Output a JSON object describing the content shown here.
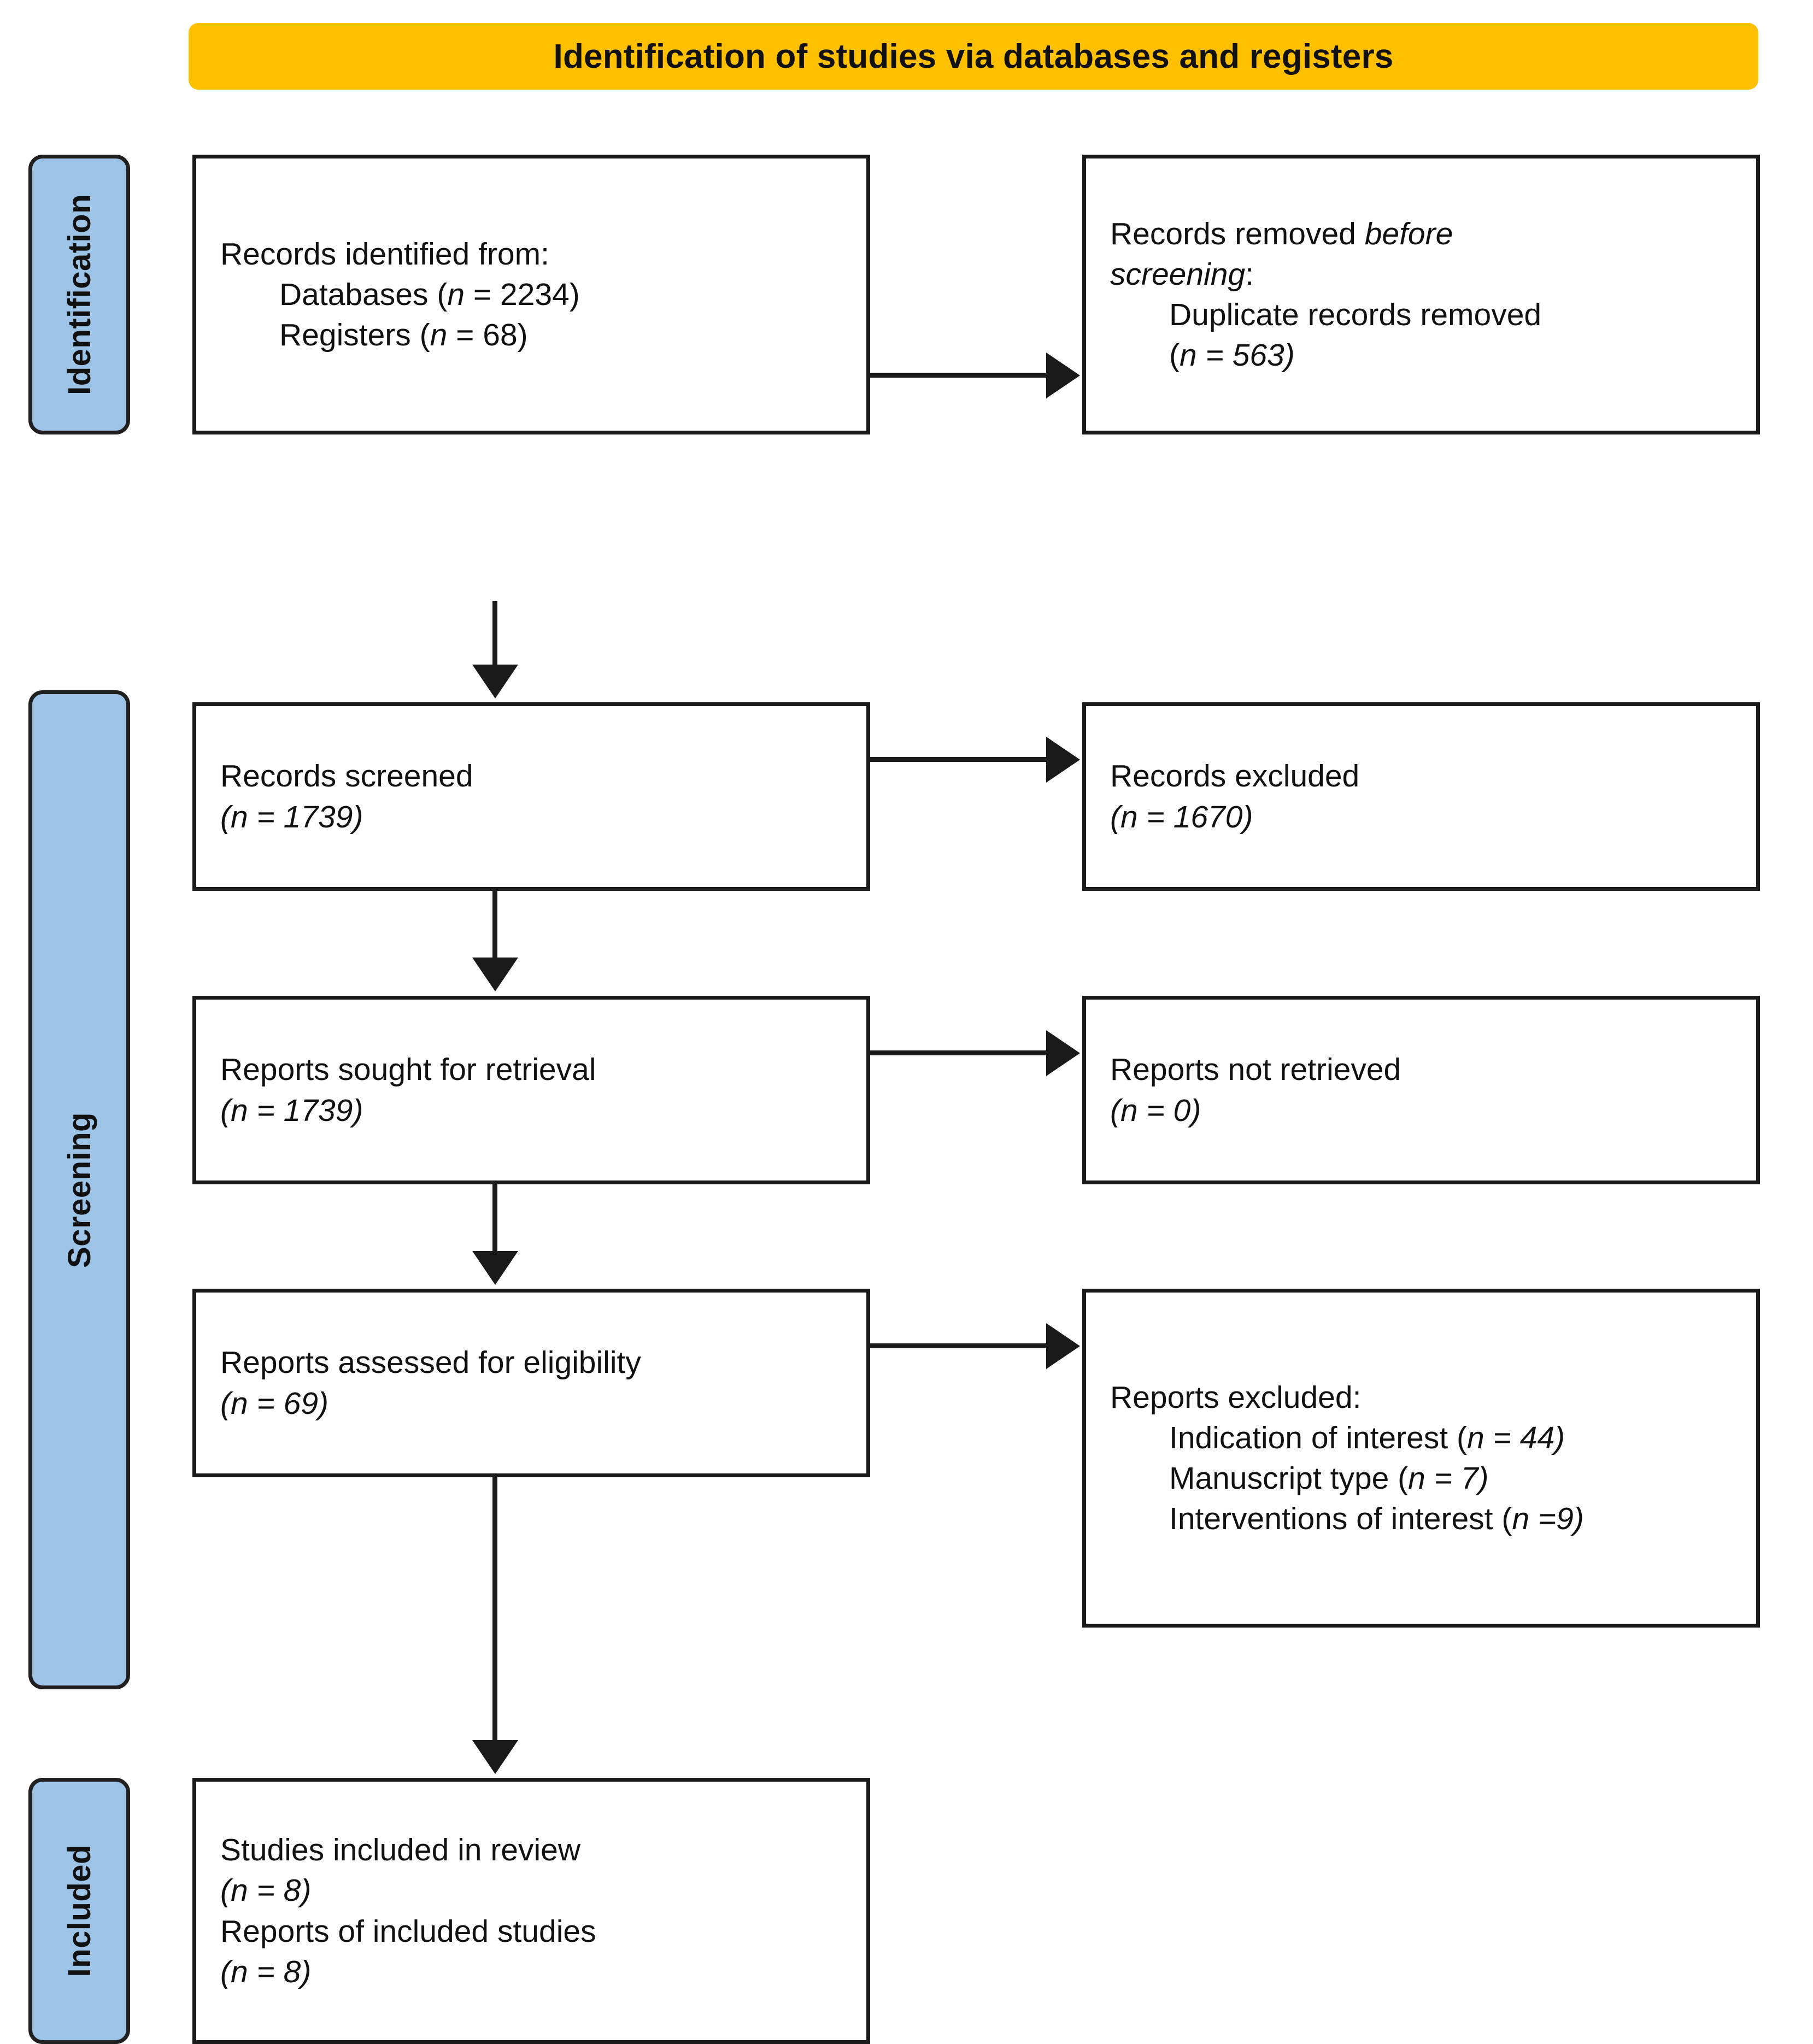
{
  "banner": {
    "title": "Identification of studies via databases and registers",
    "color": "#FFC000"
  },
  "rails": {
    "color": "#9DC3E6",
    "items": [
      {
        "label": "Identification"
      },
      {
        "label": "Screening"
      },
      {
        "label": "Included"
      }
    ]
  },
  "boxes": {
    "identified": {
      "line1": "Records identified from:",
      "line2_pre": "Databases (",
      "line2_n": "n",
      "line2_post": " = 2234)",
      "line3_pre": "Registers (",
      "line3_n": "n",
      "line3_post": " = 68)"
    },
    "removed": {
      "line1_pre": "Records removed ",
      "line1_ital": "before",
      "line2_ital": "screening",
      "line2_post": ":",
      "line3": "Duplicate records removed",
      "line4_pre": "(",
      "line4_n": "n",
      "line4_post": " = 563)"
    },
    "screened": {
      "line1": "Records screened",
      "line2_pre": "(",
      "line2_n": "n",
      "line2_post": " = 1739)"
    },
    "records_excluded": {
      "line1": "Records excluded",
      "line2_pre": "(",
      "line2_n": "n",
      "line2_post": " = 1670)"
    },
    "sought": {
      "line1": "Reports sought for retrieval",
      "line2_pre": "(",
      "line2_n": "n",
      "line2_post": " = 1739)"
    },
    "not_retrieved": {
      "line1": "Reports not retrieved",
      "line2_pre": "(",
      "line2_n": "n",
      "line2_post": " = 0)"
    },
    "assessed": {
      "line1": "Reports assessed for eligibility",
      "line2_pre": "(",
      "line2_n": "n",
      "line2_post": " = 69)"
    },
    "reports_excluded": {
      "line1": "Reports excluded:",
      "line2_pre": "Indication of interest (",
      "line2_n": "n",
      "line2_post": " = 44)",
      "line3_pre": "Manuscript type (",
      "line3_n": "n",
      "line3_post": " = 7)",
      "line4_pre": "Interventions of interest (",
      "line4_n": "n",
      "line4_post": " =9)"
    },
    "included": {
      "line1": "Studies included in review",
      "line2_pre": "(",
      "line2_n": "n",
      "line2_post": " = 8)",
      "line3": "Reports of included studies",
      "line4_pre": "(",
      "line4_n": "n",
      "line4_post": " = 8)"
    }
  },
  "chart_data": {
    "type": "diagram",
    "title": "Identification of studies via databases and registers",
    "nodes": [
      {
        "id": "identified",
        "stage": "Identification",
        "column": "left",
        "label": "Records identified from",
        "values": [
          {
            "name": "Databases",
            "n": 2234
          },
          {
            "name": "Registers",
            "n": 68
          }
        ]
      },
      {
        "id": "removed",
        "stage": "Identification",
        "column": "right",
        "label": "Records removed before screening",
        "values": [
          {
            "name": "Duplicate records removed",
            "n": 563
          }
        ]
      },
      {
        "id": "screened",
        "stage": "Screening",
        "column": "left",
        "label": "Records screened",
        "n": 1739
      },
      {
        "id": "records_excluded",
        "stage": "Screening",
        "column": "right",
        "label": "Records excluded",
        "n": 1670
      },
      {
        "id": "sought",
        "stage": "Screening",
        "column": "left",
        "label": "Reports sought for retrieval",
        "n": 1739
      },
      {
        "id": "not_retrieved",
        "stage": "Screening",
        "column": "right",
        "label": "Reports not retrieved",
        "n": 0
      },
      {
        "id": "assessed",
        "stage": "Screening",
        "column": "left",
        "label": "Reports assessed for eligibility",
        "n": 69
      },
      {
        "id": "reports_excluded",
        "stage": "Screening",
        "column": "right",
        "label": "Reports excluded",
        "values": [
          {
            "name": "Indication of interest",
            "n": 44
          },
          {
            "name": "Manuscript type",
            "n": 7
          },
          {
            "name": "Interventions of interest",
            "n": 9
          }
        ]
      },
      {
        "id": "included",
        "stage": "Included",
        "column": "left",
        "label": "Studies included in review",
        "values": [
          {
            "name": "Studies included in review",
            "n": 8
          },
          {
            "name": "Reports of included studies",
            "n": 8
          }
        ]
      }
    ],
    "edges": [
      {
        "from": "identified",
        "to": "removed",
        "direction": "right"
      },
      {
        "from": "identified",
        "to": "screened",
        "direction": "down"
      },
      {
        "from": "screened",
        "to": "records_excluded",
        "direction": "right"
      },
      {
        "from": "screened",
        "to": "sought",
        "direction": "down"
      },
      {
        "from": "sought",
        "to": "not_retrieved",
        "direction": "right"
      },
      {
        "from": "sought",
        "to": "assessed",
        "direction": "down"
      },
      {
        "from": "assessed",
        "to": "reports_excluded",
        "direction": "right"
      },
      {
        "from": "assessed",
        "to": "included",
        "direction": "down"
      }
    ]
  }
}
